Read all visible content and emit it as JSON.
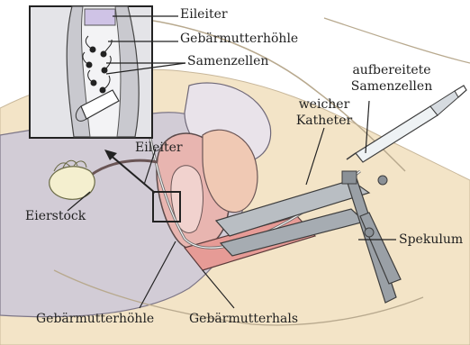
{
  "labels": {
    "inset_oviduct": "Eileiter",
    "inset_uterine_cavity": "Gebärmutterhöhle",
    "inset_sperm": "Samenzellen",
    "prepared_sperm": "aufbereitete Samenzellen",
    "prepared_sperm_line1": "aufbereitete",
    "prepared_sperm_line2": "Samenzellen",
    "soft_catheter_line1": "weicher",
    "soft_catheter_line2": "Katheter",
    "oviduct": "Eileiter",
    "ovary": "Eierstock",
    "speculum": "Spekulum",
    "uterine_cavity": "Gebärmutterhöhle",
    "cervix": "Gebärmutterhals"
  },
  "colors": {
    "skin": "#f3e4c7",
    "body_cavity": "#d2ccd6",
    "uterus": "#e8b5b0",
    "vagina": "#e69b96",
    "outline": "#3a3a3a",
    "metal": "#9aa0a6",
    "ovary": "#f4efcf",
    "inset_bg": "#e4e4e8"
  }
}
